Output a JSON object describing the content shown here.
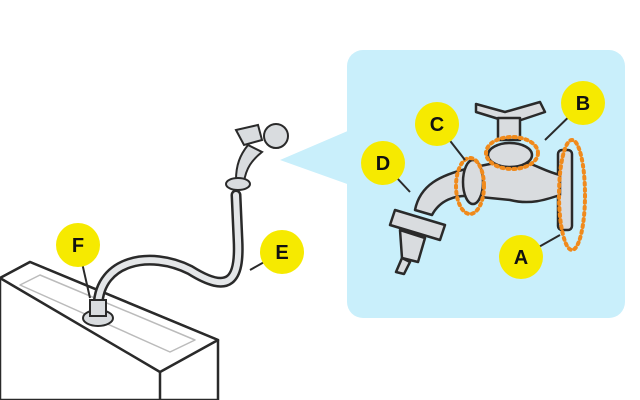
{
  "labels": {
    "a": "A",
    "b": "B",
    "c": "C",
    "d": "D",
    "e": "E",
    "f": "F"
  },
  "colors": {
    "panel": "#c9effb",
    "label_fill": "#f6ea00",
    "highlight": "#f08a1c",
    "metal": "#d9dcdf",
    "outline": "#2a2a2a"
  }
}
